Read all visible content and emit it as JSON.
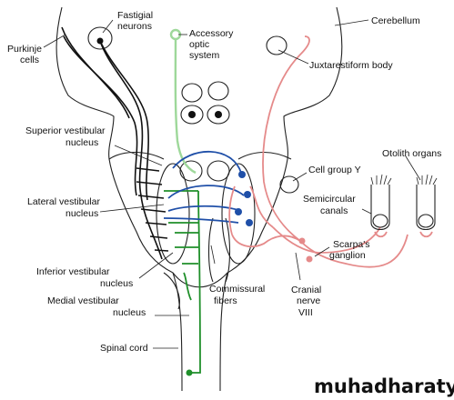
{
  "labels": {
    "fastigial": [
      "Fastigial",
      "neurons"
    ],
    "purkinje": [
      "Purkinje",
      "cells"
    ],
    "accessory": [
      "Accessory",
      "optic",
      "system"
    ],
    "cerebellum": "Cerebellum",
    "juxtarestiform": "Juxtarestiform body",
    "superior": [
      "Superior vestibular",
      "nucleus"
    ],
    "otolith": "Otolith organs",
    "cellgroup": "Cell group Y",
    "semicircular": [
      "Semicircular",
      "canals"
    ],
    "lateral": [
      "Lateral vestibular",
      "nucleus"
    ],
    "scarpa": [
      "Scarpa's",
      "ganglion"
    ],
    "inferior": [
      "Inferior vestibular",
      "nucleus"
    ],
    "commissural": [
      "Commissural",
      "fibers"
    ],
    "cranial": [
      "Cranial",
      "nerve",
      "VIII"
    ],
    "medial": [
      "Medial vestibular",
      "nucleus"
    ],
    "spinal": "Spinal cord"
  },
  "watermark": "muhadharaty.com",
  "colors": {
    "outline": "#222222",
    "cerebellar_projection": "#111111",
    "vestibulospinal": "#1f8f2a",
    "commissural": "#1f4fa8",
    "vestibular_nerve": "#e58a8a",
    "accessory_optic": "#9ed89a"
  }
}
